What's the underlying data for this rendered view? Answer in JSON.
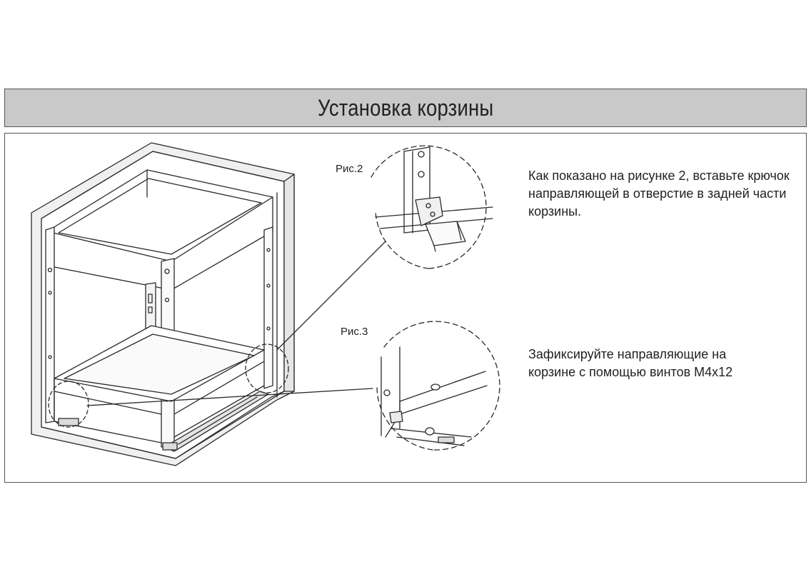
{
  "header": {
    "title": "Установка корзины"
  },
  "figures": {
    "fig2_label": "Рис.2",
    "fig3_label": "Рис.3"
  },
  "instructions": {
    "step1": "Как показано на рисунке 2, вставьте крючок направляющей в отверстие в задней части корзины.",
    "step2": "Зафиксируйте направляющие на корзине с помощью винтов М4х12"
  }
}
